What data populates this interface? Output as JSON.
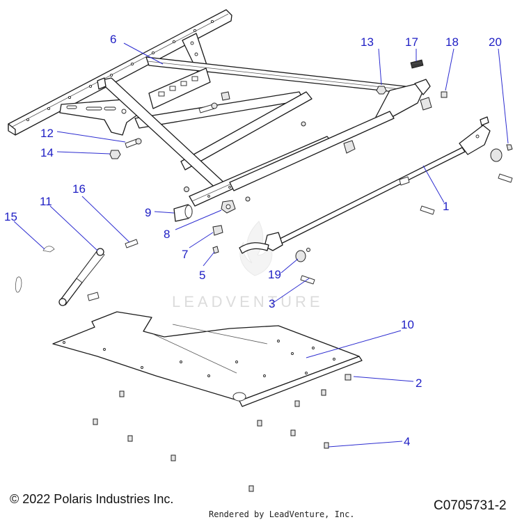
{
  "callouts": [
    {
      "id": "1",
      "label": "1"
    },
    {
      "id": "2",
      "label": "2"
    },
    {
      "id": "3",
      "label": "3"
    },
    {
      "id": "4",
      "label": "4"
    },
    {
      "id": "5",
      "label": "5"
    },
    {
      "id": "6",
      "label": "6"
    },
    {
      "id": "7",
      "label": "7"
    },
    {
      "id": "8",
      "label": "8"
    },
    {
      "id": "9",
      "label": "9"
    },
    {
      "id": "10",
      "label": "10"
    },
    {
      "id": "11",
      "label": "11"
    },
    {
      "id": "12",
      "label": "12"
    },
    {
      "id": "13",
      "label": "13"
    },
    {
      "id": "14",
      "label": "14"
    },
    {
      "id": "15",
      "label": "15"
    },
    {
      "id": "16",
      "label": "16"
    },
    {
      "id": "17",
      "label": "17"
    },
    {
      "id": "18",
      "label": "18"
    },
    {
      "id": "19",
      "label": "19"
    },
    {
      "id": "20",
      "label": "20"
    }
  ],
  "watermark": "LEADVENTURE",
  "footer": {
    "copyright": "© 2022 Polaris Industries Inc.",
    "rendered_by": "Rendered by LeadVenture, Inc.",
    "drawing_number": "C0705731-2"
  },
  "colors": {
    "callout_text": "#1d1dc4",
    "leader_line": "#2b2bd0",
    "part_outline": "#1a1a1a",
    "watermark": "#dcdcdc"
  }
}
